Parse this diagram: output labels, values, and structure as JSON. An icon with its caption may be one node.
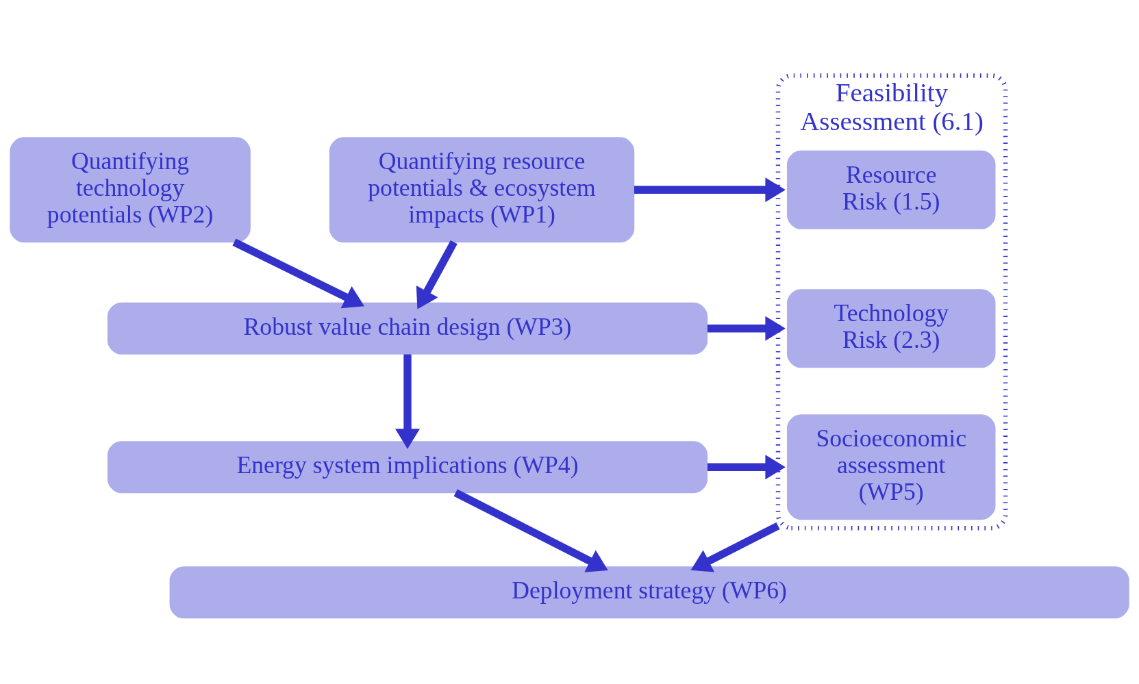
{
  "diagram": {
    "nodes": [
      {
        "text": [
          "Quantifying technology potentials (WP2)"
        ]
      },
      {
        "text": [
          "Quantifying resource potentials & ecosystem impacts (WP1)"
        ]
      },
      {
        "text": [
          "Feasibility Assessment (6.1)"
        ]
      },
      {
        "text": [
          "Resource Risk (1.5)"
        ],
        "in": 2
      },
      {
        "text": [
          "Technology Risk (2.3)"
        ],
        "in": 2
      },
      {
        "text": [
          "Socioeconomic assessment (WP5)"
        ],
        "in": 2
      },
      {
        "text": [
          "Robust value chain design (WP3)"
        ]
      },
      {
        "text": [
          "Energy system implications (WP4)"
        ]
      },
      {
        "text": [
          "Deployment strategy (WP6)"
        ]
      }
    ],
    "edges": [
      {
        "from": 0,
        "to": 6,
        "arrow": "to"
      },
      {
        "from": 1,
        "to": 6,
        "arrow": "to"
      },
      {
        "from": 1,
        "to": 2,
        "arrow": "to"
      },
      {
        "from": 6,
        "to": 7,
        "arrow": "to"
      },
      {
        "from": 6,
        "to": 2,
        "arrow": "to"
      },
      {
        "from": 7,
        "to": 8,
        "arrow": "to"
      },
      {
        "from": 7,
        "to": 2,
        "arrow": "to"
      },
      {
        "from": 2,
        "to": 8,
        "arrow": "to"
      }
    ]
  }
}
